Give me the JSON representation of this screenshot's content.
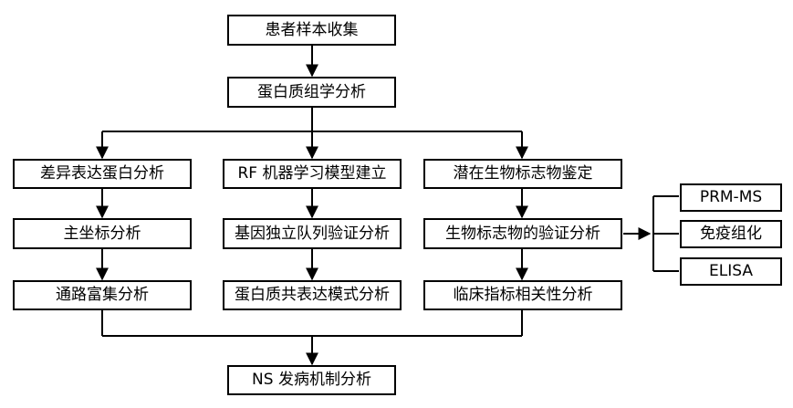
{
  "nodes": {
    "collect": "患者样本收集",
    "proteomics": "蛋白质组学分析",
    "diff_expr": "差异表达蛋白分析",
    "rf_model": "RF 机器学习模型建立",
    "potential_biomarker": "潜在生物标志物鉴定",
    "pca": "主坐标分析",
    "cohort_validation": "基因独立队列验证分析",
    "biomarker_validation": "生物标志物的验证分析",
    "pathway": "通路富集分析",
    "coexpr": "蛋白质共表达模式分析",
    "clinical": "临床指标相关性分析",
    "prm_ms": "PRM-MS",
    "ihc": "免疫组化",
    "elisa": "ELISA",
    "ns_mechanism": "NS 发病机制分析"
  },
  "colors": {
    "stroke": "#000000",
    "background": "#ffffff"
  }
}
